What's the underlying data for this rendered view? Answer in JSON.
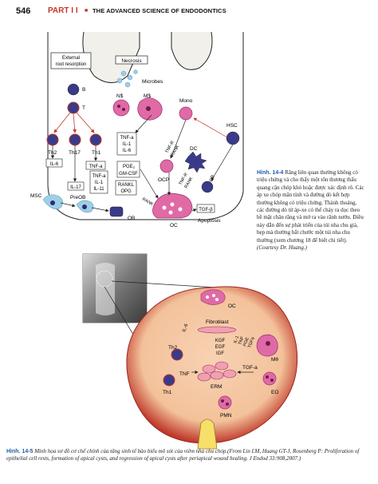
{
  "header": {
    "page_number": "546",
    "part": "PART I I",
    "title": "THE ADVANCED SCIENCE OF ENDODONTICS"
  },
  "figure1": {
    "labels": {
      "external_root_resorption_1": "External",
      "external_root_resorption_2": "root resorption",
      "necrosis": "Necrosis",
      "microbes": "Microbes",
      "b": "B",
      "t": "T",
      "nphi": "N$",
      "mphi": "M$",
      "mono": "Mono",
      "hsc": "HSC",
      "th2": "Th2",
      "th17": "Th17",
      "th1": "Th1",
      "il6": "IL-6",
      "il17": "IL-17",
      "tnf_a": "TNF-a",
      "tnf_il_group": [
        "TNF-a",
        "IL-1",
        "IL-6"
      ],
      "tnfr_rank_a": [
        "TNF-R",
        "RANK"
      ],
      "dc": "DC",
      "pge_gmcsf": [
        "PGE",
        "GM-CSF"
      ],
      "pge_sub": "2",
      "tnf_il1_il11": [
        "TNF-a",
        "IL-1",
        "IL-11"
      ],
      "rankl_opg": [
        "RANKL",
        "OPG"
      ],
      "ocp": "OCP",
      "tnfr_rank_b": [
        "TNF-R",
        "RANK"
      ],
      "rank": "RANK",
      "tgf_b": "TGF-β",
      "msc": "MSC",
      "preob": "PreOB",
      "ob": "OB",
      "oc": "OC",
      "apoptosis": "Apoptosis"
    }
  },
  "caption1": {
    "label": "Hình. 14-4",
    "text": "Răng liên quan thường không có triệu chứng và cho thấy một tổn thương thấu quang cận chóp khó hoặc được xác định rõ. Các áp xe chóp mãn tính và đường dò kết hợp thường không có triệu chứng. Thành thoáng, các đường dò từ áp-xe có thể chảy ra dọc theo bề mặt chân răng và mở ra vào rãnh nướu. Điều này dẫn đến sự phát triển của túi nha chu giả, bẹp mà thường bắt chước một túi nha chu thường (xem chương 18 để biết chi tiết).",
    "credit": "(Courtesy Dr. Huang.)"
  },
  "figure2": {
    "labels": {
      "oc": "OC",
      "fibroblast": "Fibroblast",
      "il6": "IL-6",
      "il1_group": [
        "IL-1",
        "TNF",
        "PGE",
        "TGFa"
      ],
      "kgf_group": [
        "KGF",
        "EGF",
        "IGF"
      ],
      "th2": "Th2",
      "mphi": "Mθ",
      "tnf": "TNF",
      "tgf_a": "TGF-a",
      "th1": "Th1",
      "erm": "ERM",
      "eo": "EO",
      "pmn": "PMN"
    }
  },
  "caption2": {
    "label": "Hình. 14-5",
    "text": "Minh họa sơ đồ cơ chế chính của tăng sinh tế bào biểu mô sót của viêm nha chu chóp.(From Lin LM, Huang GT-J, Rosenberg P: Proliferation of epithelial cell rests, formation of apical cysts, and regression of apical cysts after periapical wound healing. J Endod 33:908,2007.)"
  },
  "colors": {
    "accent_red": "#c0392b",
    "label_blue": "#1f5fa8",
    "cell_navy": "#2a2a7a",
    "cell_pink": "#d9549a",
    "lesion_peach": "#f3c29b",
    "lesion_red": "#c0392b"
  }
}
